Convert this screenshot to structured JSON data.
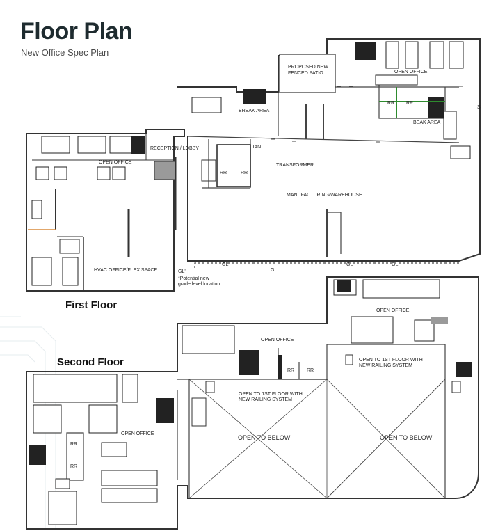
{
  "header": {
    "title": "Floor Plan",
    "subtitle": "New Office Spec Plan"
  },
  "floors": {
    "first": "First Floor",
    "second": "Second Floor"
  },
  "rooms": {
    "patio_line1": "PROPOSED NEW",
    "patio_line2": "FENCED PATIO",
    "open_office": "OPEN OFFICE",
    "break_area": "BREAK AREA",
    "beak_area": "BEAK AREA",
    "rr": "RR",
    "reception": "RECEPTION / LOBBY",
    "jan": "JAN",
    "transformer": "TRANSFORMER",
    "warehouse": "MANUFACTURING/WAREHOUSE",
    "hvac": "HVAC OFFICE/FLEX SPACE",
    "gl": "GL",
    "gl_note_1": "GL'",
    "gl_note_2": "*Potential new",
    "gl_note_3": "grade level location",
    "open_to_1st_line1": "OPEN TO 1ST FLOOR WITH",
    "open_to_1st_line2": "NEW RAILING SYSTEM",
    "open_to_below": "OPEN TO BELOW",
    "edge_s": "S"
  },
  "colors": {
    "wall": "#333333",
    "thin_line": "#555555",
    "dashed": "#444444",
    "fill_dark": "#222222",
    "gray_block": "#9a9a9a",
    "accent_orange": "#d98a3a",
    "accent_green": "#2e8b2e",
    "background_lines": "#e6ecef"
  }
}
